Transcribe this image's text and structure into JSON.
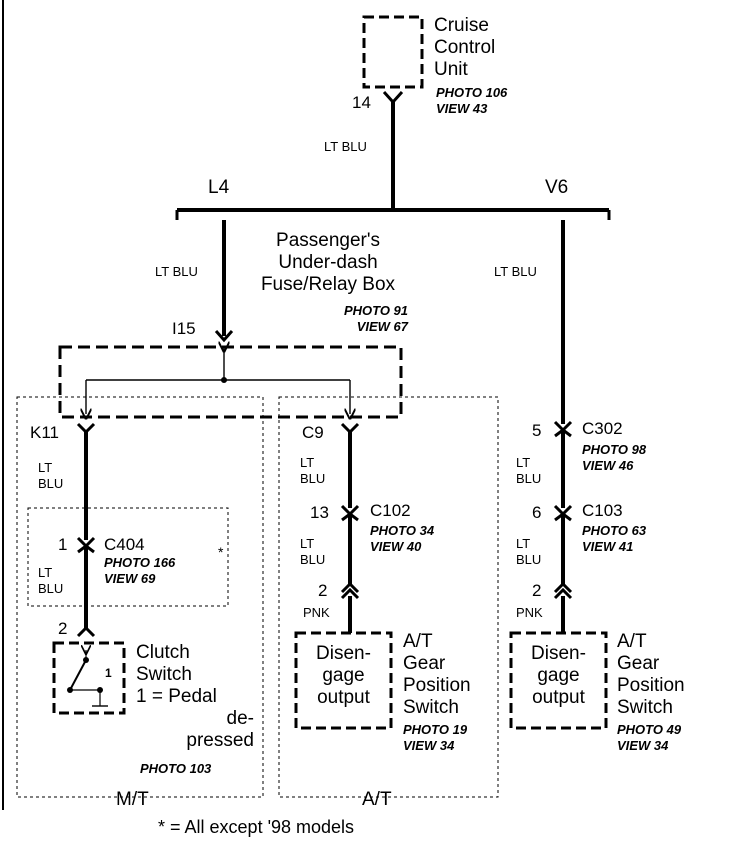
{
  "cruise_unit": {
    "name_lines": [
      "Cruise",
      "Control",
      "Unit"
    ],
    "photo": "PHOTO 106",
    "view": "VIEW 43",
    "pin": "14"
  },
  "main_wire": {
    "color": "LT BLU"
  },
  "branches": {
    "left": "L4",
    "right": "V6"
  },
  "fuse_box": {
    "name_lines": [
      "Passenger's",
      "Under-dash",
      "Fuse/Relay Box"
    ],
    "photo": "PHOTO 91",
    "view": "VIEW 67",
    "connector": "I15"
  },
  "l4_wire": {
    "color": "LT BLU"
  },
  "mt": {
    "connector_k11": "K11",
    "wire1_color_lines": [
      "LT",
      "BLU"
    ],
    "c404": {
      "pin": "1",
      "name": "C404",
      "photo": "PHOTO 166",
      "view": "VIEW 69",
      "note_mark": "*"
    },
    "wire2_color_lines": [
      "LT",
      "BLU"
    ],
    "switch": {
      "pin": "2",
      "name_lines": [
        "Clutch",
        "Switch",
        "1 = Pedal",
        "de-",
        "pressed"
      ],
      "photo": "PHOTO 103",
      "contact": "1"
    },
    "group_label": "M/T"
  },
  "at": {
    "connector_c9": "C9",
    "wire1_color_lines": [
      "LT",
      "BLU"
    ],
    "c102": {
      "pin": "13",
      "name": "C102",
      "photo": "PHOTO 34",
      "view": "VIEW 40"
    },
    "wire2_color_lines": [
      "LT",
      "BLU"
    ],
    "pin2": "2",
    "pnk": "PNK",
    "switch": {
      "inner_lines": [
        "Disen-",
        "gage",
        "output"
      ],
      "name_lines": [
        "A/T",
        "Gear",
        "Position",
        "Switch"
      ],
      "photo": "PHOTO 19",
      "view": "VIEW 34"
    },
    "group_label": "A/T"
  },
  "v6": {
    "wire1_color": "LT BLU",
    "c302": {
      "pin": "5",
      "name": "C302",
      "photo": "PHOTO 98",
      "view": "VIEW 46"
    },
    "wire2_color_lines": [
      "LT",
      "BLU"
    ],
    "c103": {
      "pin": "6",
      "name": "C103",
      "photo": "PHOTO 63",
      "view": "VIEW 41"
    },
    "wire3_color_lines": [
      "LT",
      "BLU"
    ],
    "pin2": "2",
    "pnk": "PNK",
    "switch": {
      "inner_lines": [
        "Disen-",
        "gage",
        "output"
      ],
      "name_lines": [
        "A/T",
        "Gear",
        "Position",
        "Switch"
      ],
      "photo": "PHOTO 49",
      "view": "VIEW 34"
    }
  },
  "footnote": "* = All except '98 models"
}
